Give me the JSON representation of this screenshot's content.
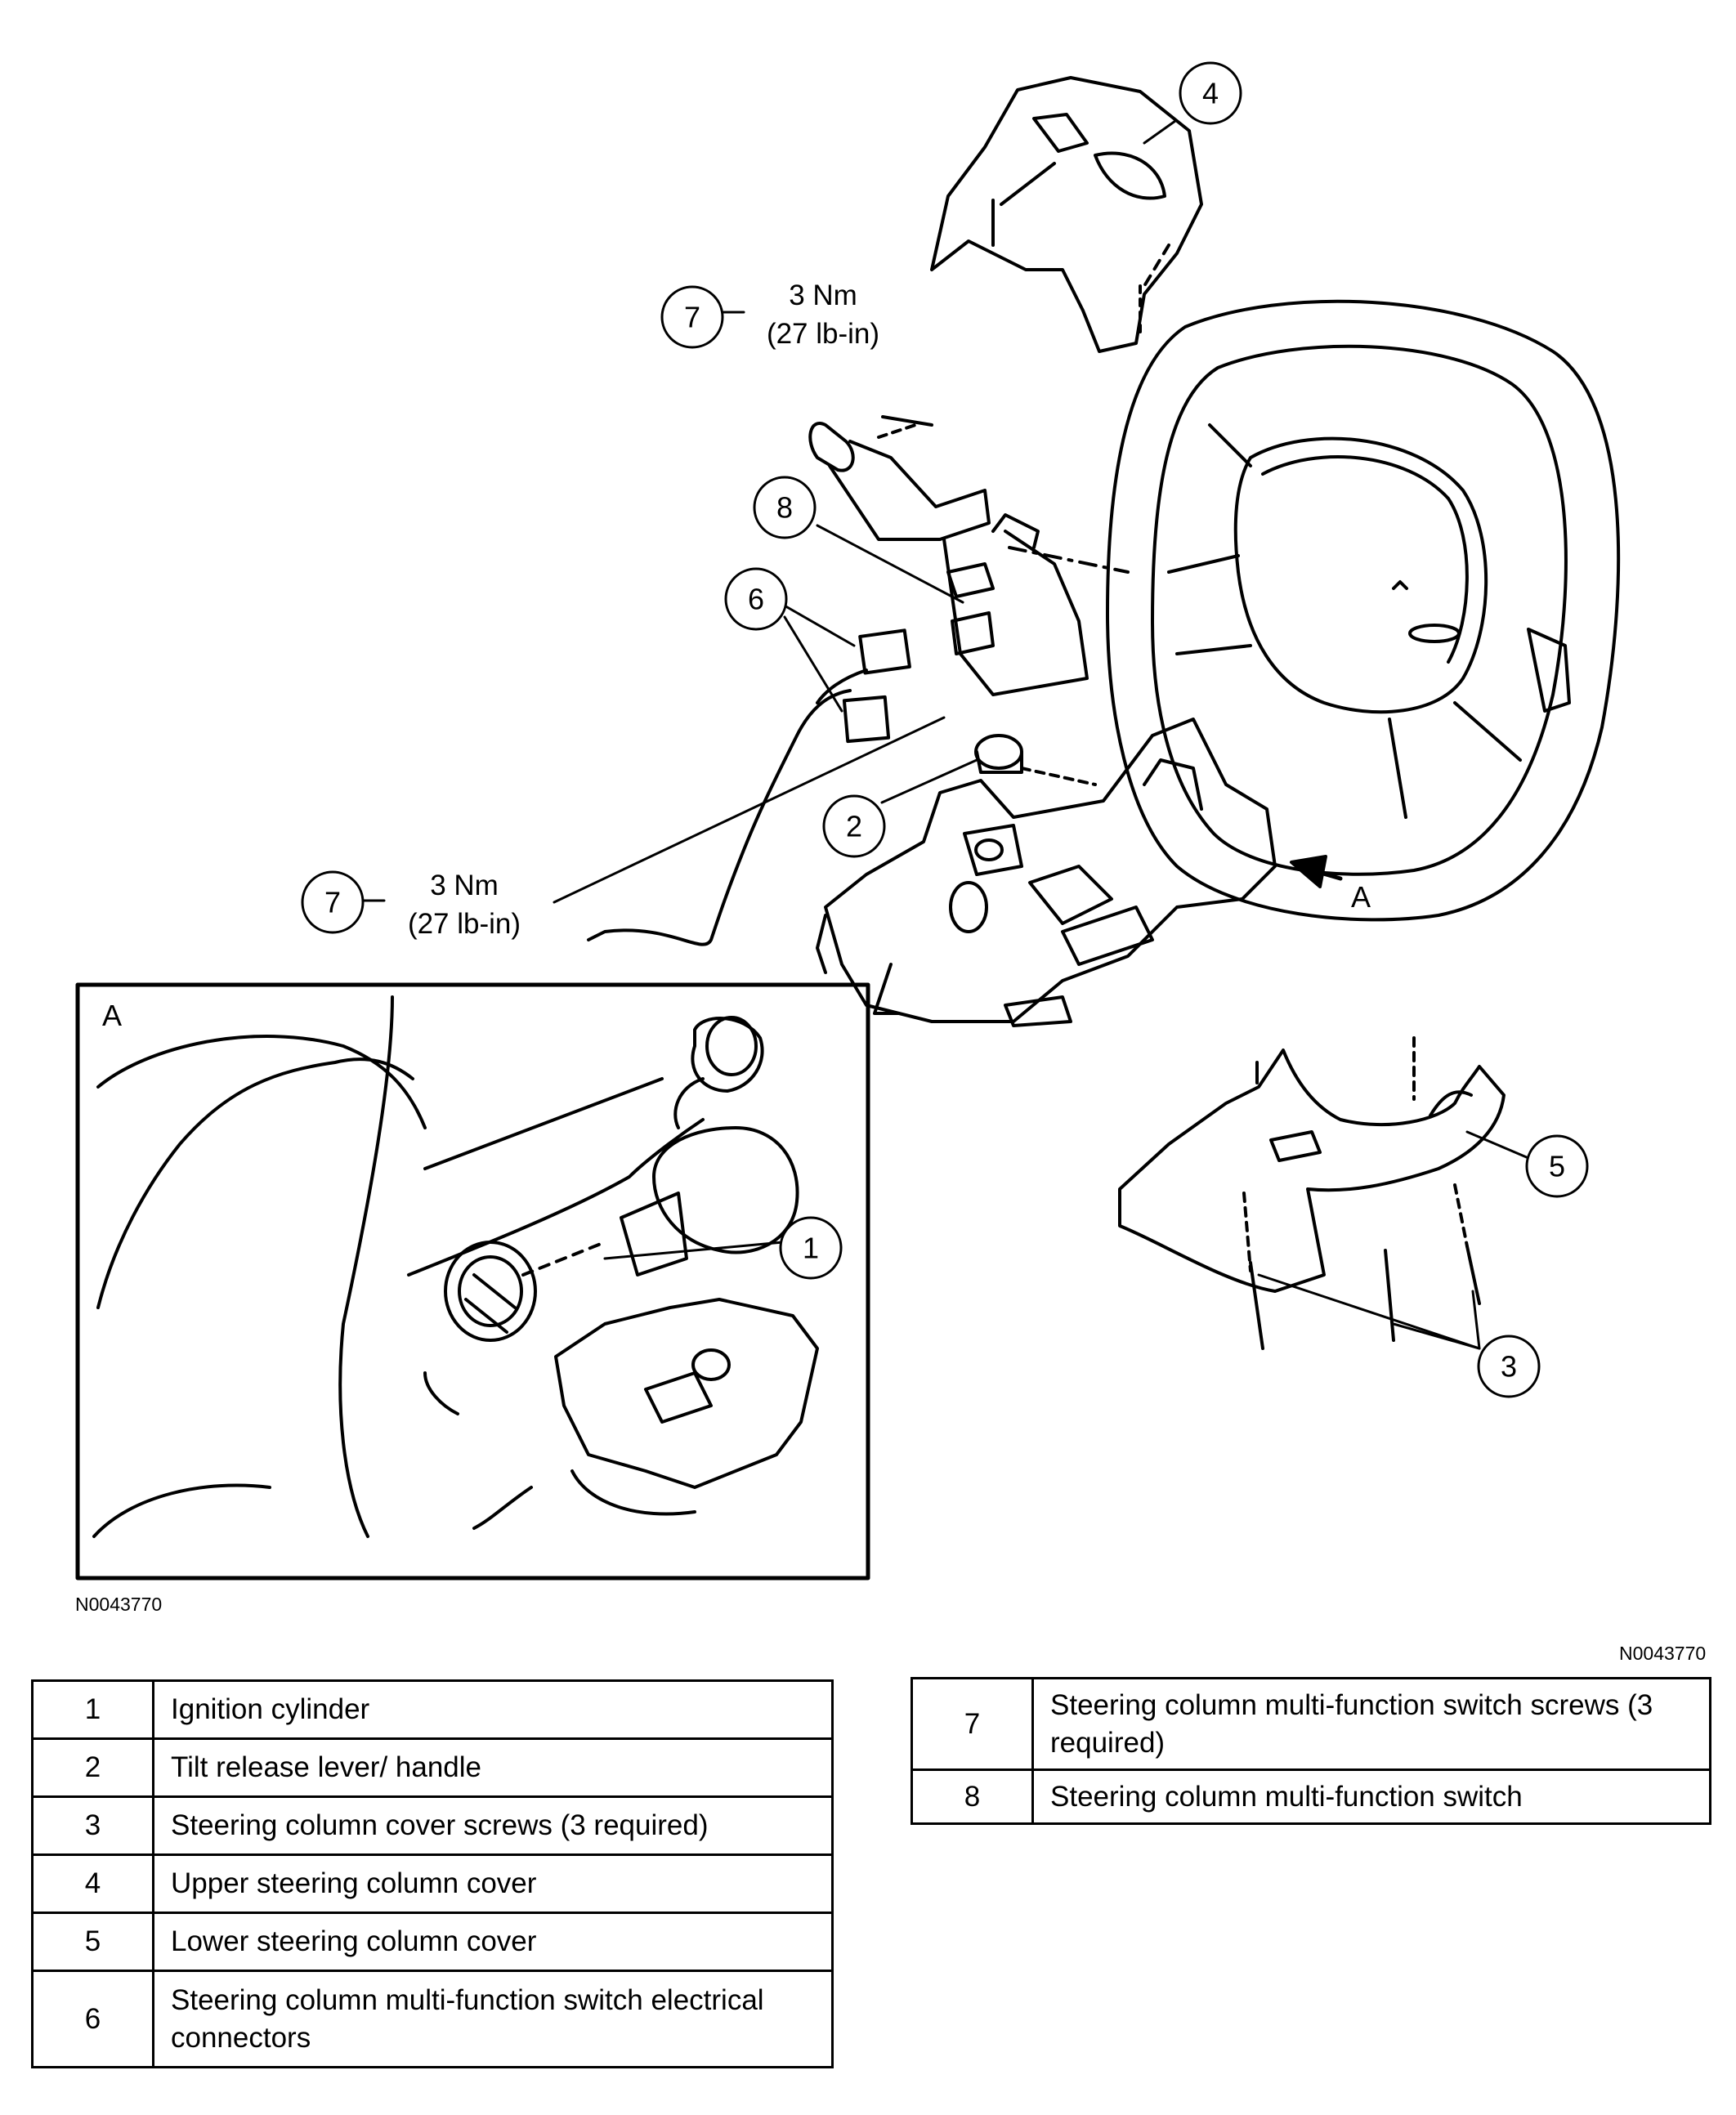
{
  "inset_label": "A",
  "arrow_label": "A",
  "figure_code": "N0043770",
  "torque_top": {
    "callout": "7",
    "line1": "3 Nm",
    "line2": "(27 lb-in)"
  },
  "torque_bottom": {
    "callout": "7",
    "line1": "3 Nm",
    "line2": "(27 lb-in)"
  },
  "callouts": {
    "c1": "1",
    "c2": "2",
    "c3": "3",
    "c4": "4",
    "c5": "5",
    "c6": "6",
    "c8": "8"
  },
  "legend_left": [
    {
      "num": "1",
      "desc": "Ignition cylinder"
    },
    {
      "num": "2",
      "desc": "Tilt release lever/ handle"
    },
    {
      "num": "3",
      "desc": "Steering column cover screws (3 required)"
    },
    {
      "num": "4",
      "desc": "Upper steering column cover"
    },
    {
      "num": "5",
      "desc": "Lower steering column cover"
    },
    {
      "num": "6",
      "desc": "Steering column multi-function switch electrical connectors"
    }
  ],
  "legend_right": [
    {
      "num": "7",
      "desc": "Steering column multi-function switch screws (3 required)"
    },
    {
      "num": "8",
      "desc": "Steering column multi-function switch"
    }
  ]
}
